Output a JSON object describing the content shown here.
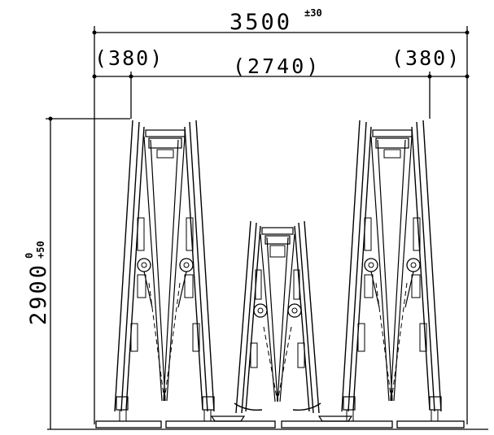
{
  "dimensions": {
    "overall_width": "3500",
    "overall_width_tolerance": "±30",
    "left_offset": "(380)",
    "center_span": "(2740)",
    "right_offset": "(380)",
    "height": "2900",
    "height_tol_upper": "+50",
    "height_tol_lower": "0"
  },
  "colors": {
    "line": "#000000",
    "background": "#ffffff"
  }
}
